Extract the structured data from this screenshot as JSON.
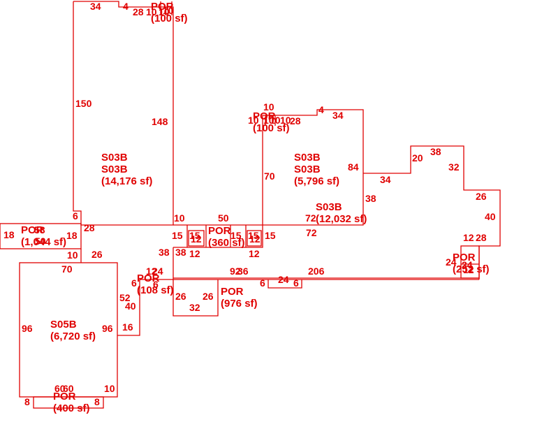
{
  "colors": {
    "ink": "#e00000",
    "background": "#ffffff"
  },
  "areas": [
    {
      "id": "main",
      "code": "S03B",
      "code2": "S03B",
      "area": "(14,176 sf)"
    },
    {
      "id": "right-upper",
      "code": "S03B",
      "code2": "S03B",
      "area": "(5,796 sf)"
    },
    {
      "id": "right-lower",
      "code": "S03B",
      "area": "(12,032 sf)"
    },
    {
      "id": "bottom-left",
      "code": "S05B",
      "area": "(6,720 sf)"
    },
    {
      "id": "top-porch",
      "code": "POR",
      "area": "(100 sf)"
    },
    {
      "id": "mid-porch",
      "code": "POR",
      "area": "(100 sf)"
    },
    {
      "id": "left-porch",
      "code": "POR",
      "area": "(1,044 sf)"
    },
    {
      "id": "center-porch",
      "code": "POR",
      "area": "(360 sf)"
    },
    {
      "id": "lower-porch",
      "code": "POR",
      "area": "(976 sf)"
    },
    {
      "id": "small-porch",
      "code": "POR",
      "area": "(108 sf)"
    },
    {
      "id": "right-porch",
      "code": "POR",
      "area": "(252 sf)"
    },
    {
      "id": "bottom-porch",
      "code": "POR",
      "area": "(400 sf)"
    }
  ],
  "dimensions": [
    "34",
    "4",
    "28",
    "10",
    "10",
    "10",
    "150",
    "148",
    "10",
    "10",
    "10",
    "10",
    "10",
    "4",
    "34",
    "28",
    "70",
    "84",
    "20",
    "38",
    "32",
    "34",
    "26",
    "40",
    "38",
    "6",
    "28",
    "18",
    "58",
    "18",
    "50",
    "10",
    "26",
    "70",
    "10",
    "50",
    "15",
    "15",
    "12",
    "15",
    "15",
    "12",
    "15",
    "38",
    "38",
    "12",
    "12",
    "72",
    "72",
    "12",
    "28",
    "24",
    "24",
    "12",
    "92",
    "36",
    "206",
    "6",
    "24",
    "6",
    "12",
    "24",
    "6",
    "6",
    "26",
    "26",
    "32",
    "52",
    "40",
    "16",
    "96",
    "96",
    "60",
    "60",
    "10",
    "8",
    "8"
  ]
}
